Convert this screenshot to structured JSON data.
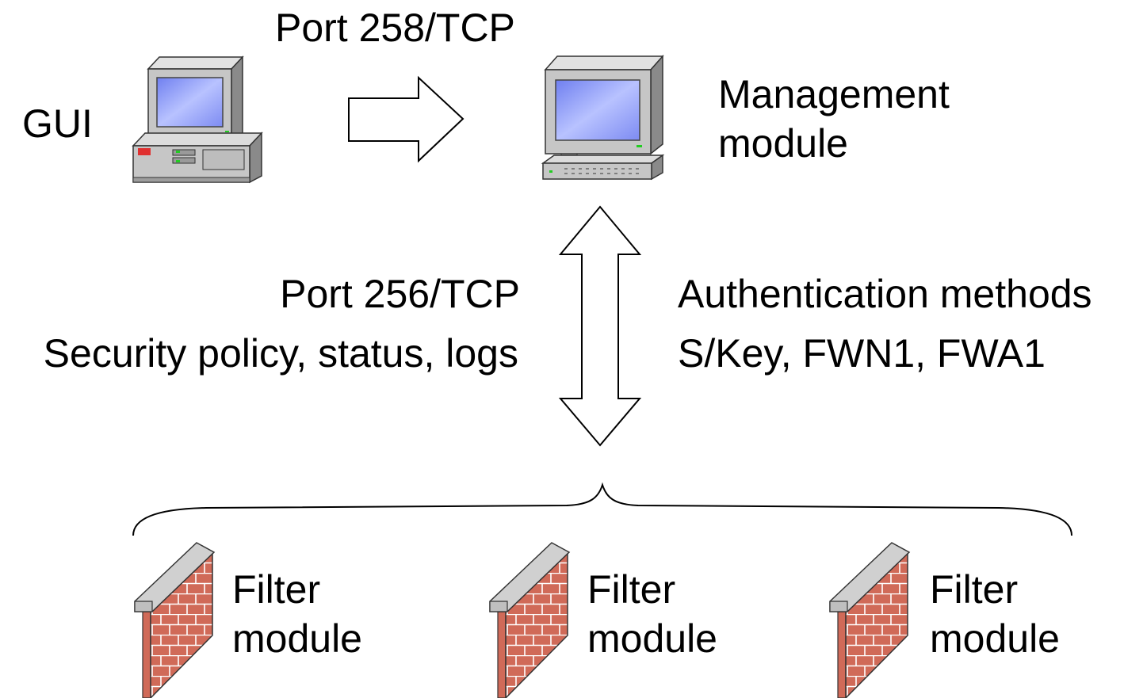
{
  "gui": {
    "label": "GUI",
    "icon": "desktop-computer-icon"
  },
  "gui_link": {
    "label": "Port 258/TCP"
  },
  "management": {
    "line1": "Management",
    "line2": "module",
    "icon": "computer-monitor-icon"
  },
  "policy_link": {
    "port_label": "Port 256/TCP",
    "content_label": "Security policy, status, logs",
    "auth_title": "Authentication methods",
    "auth_methods": "S/Key, FWN1, FWA1"
  },
  "filters": [
    {
      "line1": "Filter",
      "line2": "module",
      "icon": "firewall-brick-wall-icon"
    },
    {
      "line1": "Filter",
      "line2": "module",
      "icon": "firewall-brick-wall-icon"
    },
    {
      "line1": "Filter",
      "line2": "module",
      "icon": "firewall-brick-wall-icon"
    }
  ],
  "colors": {
    "screen": "#8f9cf6",
    "case": "#c0c0c0",
    "brick": "#d06a58",
    "wall_cap": "#c8c8c8",
    "line": "#000000"
  }
}
